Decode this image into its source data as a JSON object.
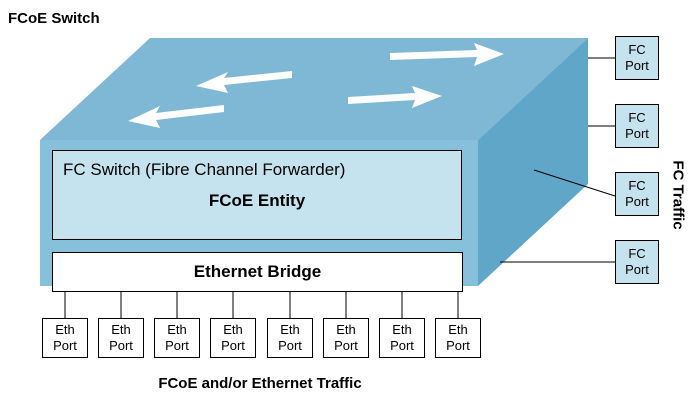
{
  "title": "FCoE Switch",
  "switch": {
    "fc_switch_label": "FC Switch (Fibre Channel Forwarder)",
    "fcoe_entity_label": "FCoE Entity",
    "ethernet_bridge_label": "Ethernet Bridge"
  },
  "eth_ports": [
    {
      "line1": "Eth",
      "line2": "Port"
    },
    {
      "line1": "Eth",
      "line2": "Port"
    },
    {
      "line1": "Eth",
      "line2": "Port"
    },
    {
      "line1": "Eth",
      "line2": "Port"
    },
    {
      "line1": "Eth",
      "line2": "Port"
    },
    {
      "line1": "Eth",
      "line2": "Port"
    },
    {
      "line1": "Eth",
      "line2": "Port"
    },
    {
      "line1": "Eth",
      "line2": "Port"
    }
  ],
  "fc_ports": [
    {
      "line1": "FC",
      "line2": "Port"
    },
    {
      "line1": "FC",
      "line2": "Port"
    },
    {
      "line1": "FC",
      "line2": "Port"
    },
    {
      "line1": "FC",
      "line2": "Port"
    }
  ],
  "bottom_label": "FCoE and/or Ethernet Traffic",
  "side_label": "FC Traffic",
  "colors": {
    "top_face": "#7fb8d4",
    "front_face": "#87c0db",
    "side_face": "#5fa6c8",
    "inner_box": "#c5e3ef",
    "fc_port_fill": "#c5e3ef"
  },
  "icons": [
    "arrow-left-icon",
    "arrow-right-icon",
    "arrow-left-icon",
    "arrow-right-icon"
  ]
}
